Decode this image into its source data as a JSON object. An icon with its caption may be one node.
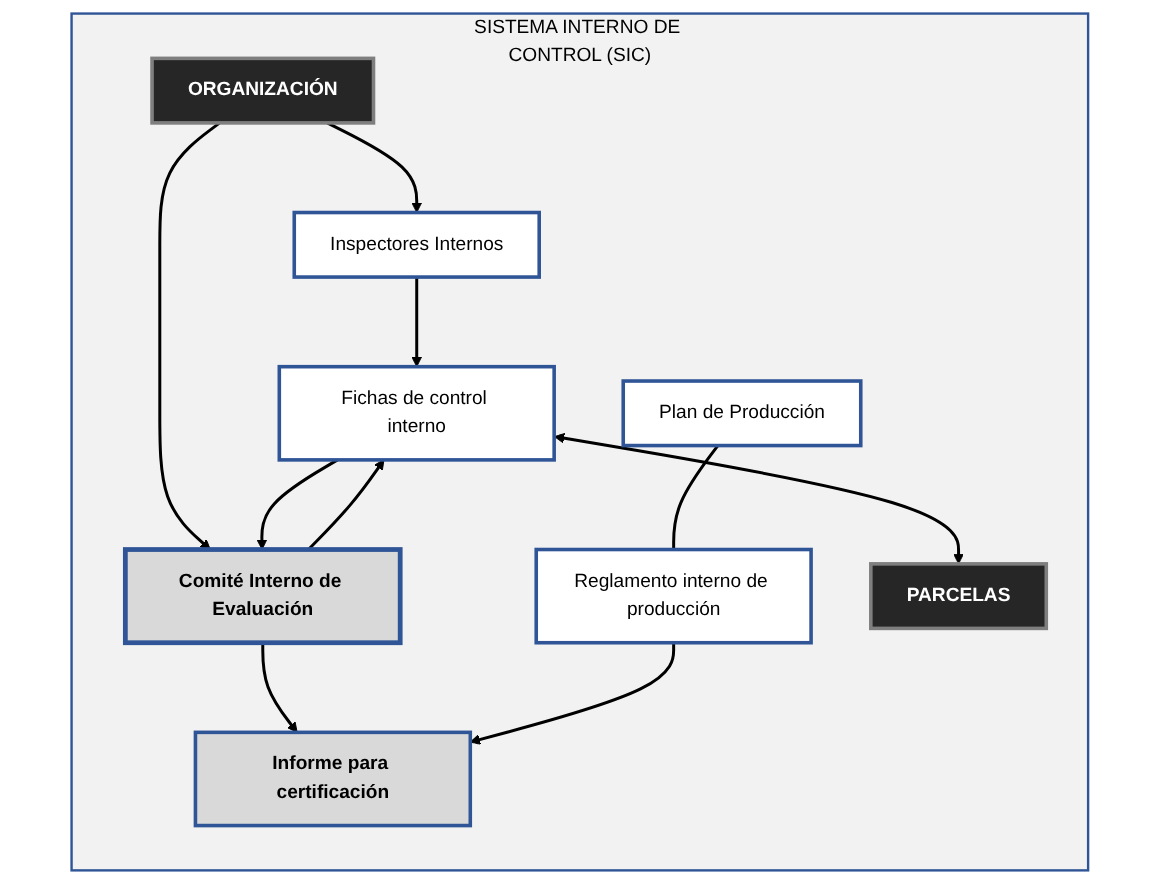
{
  "diagram": {
    "nodes": [
      {
        "text": [
          "SISTEMA INTERNO DE CONTROL (SIC)"
        ]
      },
      {
        "text": [
          "ORGANIZACIÓN"
        ],
        "in": 0
      },
      {
        "text": [
          "Inspectores Internos"
        ],
        "in": 0
      },
      {
        "text": [
          "Comité Interno de Evaluación"
        ],
        "in": 0
      },
      {
        "text": [
          "Informe para certificación"
        ],
        "in": 0
      },
      {
        "text": [
          "Fichas de control interno"
        ],
        "in": 0
      },
      {
        "text": [
          "Reglamento interno de producción"
        ],
        "in": 0
      },
      {
        "text": [
          "Plan de Producción"
        ],
        "in": 0
      },
      {
        "text": [
          "PARCELAS"
        ],
        "in": 0
      }
    ],
    "edges": [
      {
        "from": 1,
        "to": 2,
        "arrow": "to"
      },
      {
        "from": 1,
        "to": 3,
        "arrow": "to"
      },
      {
        "from": 2,
        "to": 5,
        "arrow": "to"
      },
      {
        "from": 3,
        "to": 5,
        "arrow": "to"
      },
      {
        "from": 5,
        "to": 3,
        "arrow": "to"
      },
      {
        "from": 3,
        "to": 4,
        "arrow": "to"
      },
      {
        "from": 7,
        "to": 6,
        "arrow": "none"
      },
      {
        "from": 6,
        "to": 4,
        "arrow": "to"
      },
      {
        "from": 5,
        "to": 8,
        "arrow": "both"
      }
    ]
  }
}
